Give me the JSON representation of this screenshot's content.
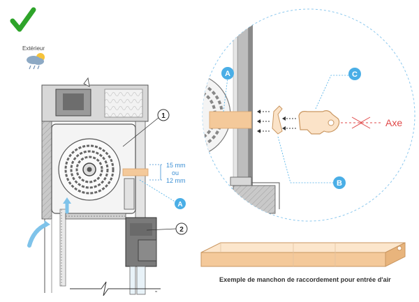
{
  "exterior_label": "Extérieur",
  "dimension": {
    "line1": "15 mm",
    "line2": "ou",
    "line3": "12 mm"
  },
  "callouts": {
    "one": "1",
    "two": "2",
    "a": "A",
    "b": "B",
    "c": "C"
  },
  "axe_label": "Axe",
  "caption": "Exemple de manchon de raccordement pour entrée d'air",
  "colors": {
    "check": "#2ea42a",
    "callout_blue": "#4aaee6",
    "accent_red": "#e04848",
    "sleeve_orange": "#f4c99a",
    "wall_gray": "#bdbdbd",
    "dimension_blue": "#3b8fd4"
  },
  "icons": {
    "check": "check-mark-icon",
    "weather": "rain-cloud-icon"
  }
}
